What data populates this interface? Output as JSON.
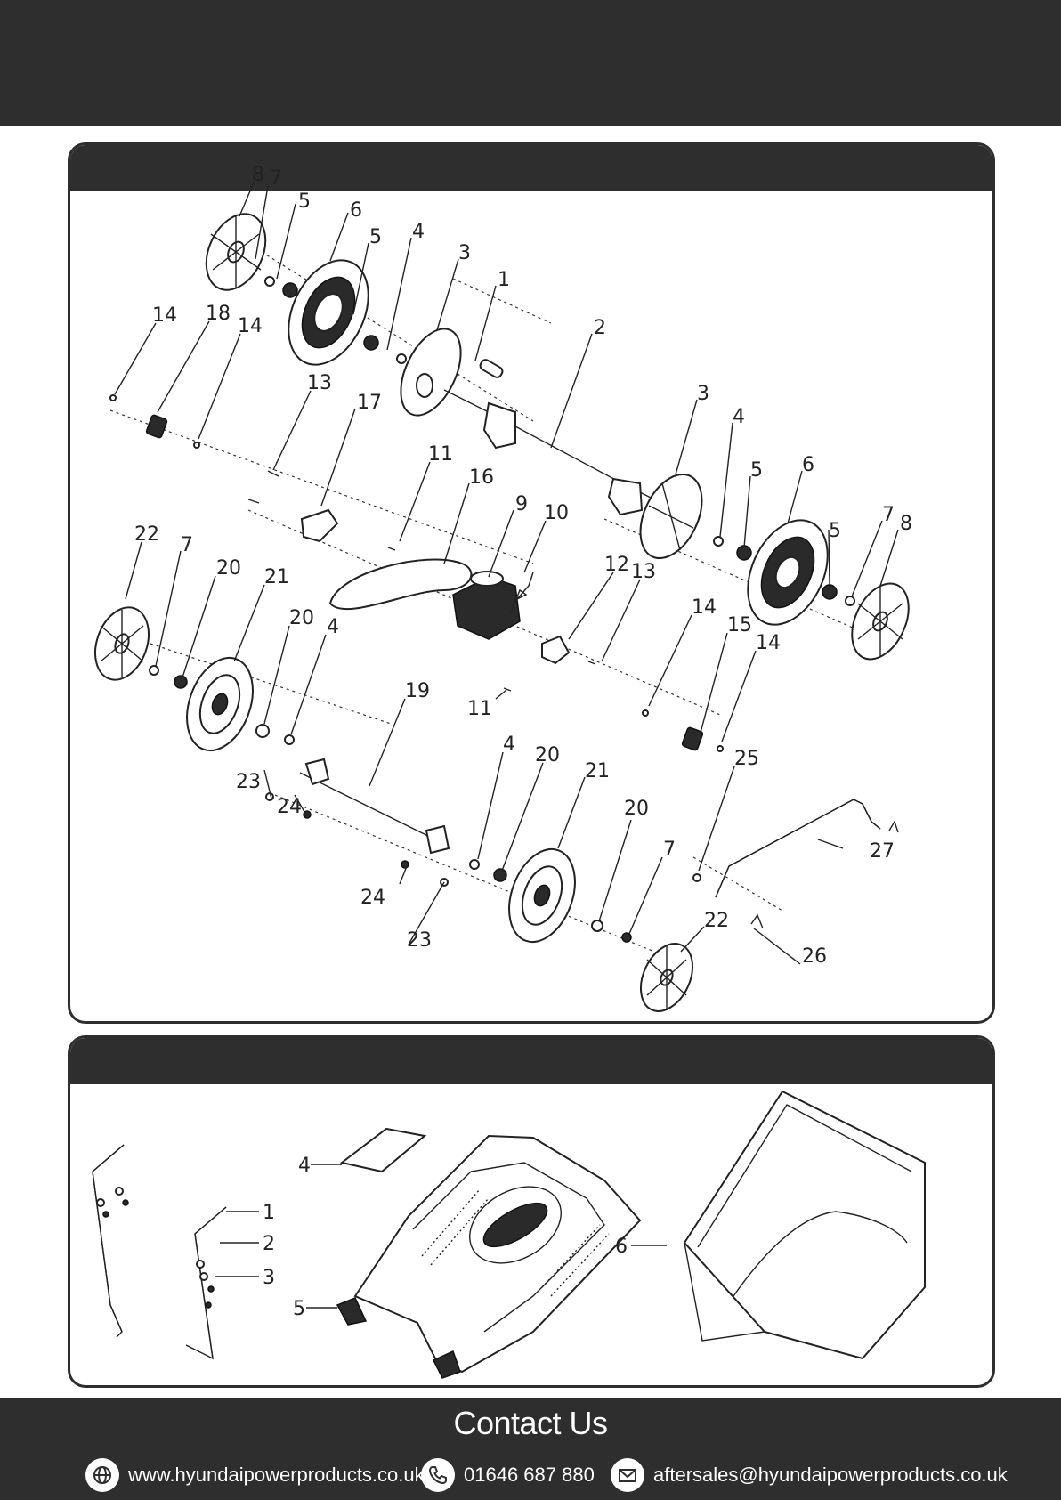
{
  "top_panel": {
    "labels": [
      {
        "id": "l8a",
        "text": "8"
      },
      {
        "id": "l7a",
        "text": "7"
      },
      {
        "id": "l5a",
        "text": "5"
      },
      {
        "id": "l6a",
        "text": "6"
      },
      {
        "id": "l5b",
        "text": "5"
      },
      {
        "id": "l4a",
        "text": "4"
      },
      {
        "id": "l3a",
        "text": "3"
      },
      {
        "id": "l1",
        "text": "1"
      },
      {
        "id": "l14a",
        "text": "14"
      },
      {
        "id": "l18",
        "text": "18"
      },
      {
        "id": "l14b",
        "text": "14"
      },
      {
        "id": "l2",
        "text": "2"
      },
      {
        "id": "l13a",
        "text": "13"
      },
      {
        "id": "l17",
        "text": "17"
      },
      {
        "id": "l3b",
        "text": "3"
      },
      {
        "id": "l4b",
        "text": "4"
      },
      {
        "id": "l11a",
        "text": "11"
      },
      {
        "id": "l16",
        "text": "16"
      },
      {
        "id": "l5c",
        "text": "5"
      },
      {
        "id": "l6b",
        "text": "6"
      },
      {
        "id": "l9",
        "text": "9"
      },
      {
        "id": "l10",
        "text": "10"
      },
      {
        "id": "l7b",
        "text": "7"
      },
      {
        "id": "l5d",
        "text": "5"
      },
      {
        "id": "l8b",
        "text": "8"
      },
      {
        "id": "l22a",
        "text": "22"
      },
      {
        "id": "l7c",
        "text": "7"
      },
      {
        "id": "l20a",
        "text": "20"
      },
      {
        "id": "l21a",
        "text": "21"
      },
      {
        "id": "l12",
        "text": "12"
      },
      {
        "id": "l13b",
        "text": "13"
      },
      {
        "id": "l20b",
        "text": "20"
      },
      {
        "id": "l4c",
        "text": "4"
      },
      {
        "id": "l14c",
        "text": "14"
      },
      {
        "id": "l15",
        "text": "15"
      },
      {
        "id": "l14d",
        "text": "14"
      },
      {
        "id": "l11b",
        "text": "11"
      },
      {
        "id": "l19",
        "text": "19"
      },
      {
        "id": "l23a",
        "text": "23"
      },
      {
        "id": "l24a",
        "text": "24"
      },
      {
        "id": "l4d",
        "text": "4"
      },
      {
        "id": "l20c",
        "text": "20"
      },
      {
        "id": "l21b",
        "text": "21"
      },
      {
        "id": "l25",
        "text": "25"
      },
      {
        "id": "l27",
        "text": "27"
      },
      {
        "id": "l20d",
        "text": "20"
      },
      {
        "id": "l24b",
        "text": "24"
      },
      {
        "id": "l23b",
        "text": "23"
      },
      {
        "id": "l7d",
        "text": "7"
      },
      {
        "id": "l22b",
        "text": "22"
      },
      {
        "id": "l26",
        "text": "26"
      }
    ]
  },
  "bottom_panel": {
    "labels": [
      {
        "id": "b1",
        "text": "1"
      },
      {
        "id": "b2",
        "text": "2"
      },
      {
        "id": "b3",
        "text": "3"
      },
      {
        "id": "b4",
        "text": "4"
      },
      {
        "id": "b5",
        "text": "5"
      },
      {
        "id": "b6",
        "text": "6"
      }
    ]
  },
  "footer": {
    "title": "Contact Us",
    "website": "www.hyundaipowerproducts.co.uk",
    "phone": "01646 687 880",
    "email": "aftersales@hyundaipowerproducts.co.uk"
  },
  "icons": [
    "globe-icon",
    "phone-icon",
    "email-icon"
  ],
  "colors": {
    "band": "#2e2e2e",
    "background": "#ffffff"
  }
}
